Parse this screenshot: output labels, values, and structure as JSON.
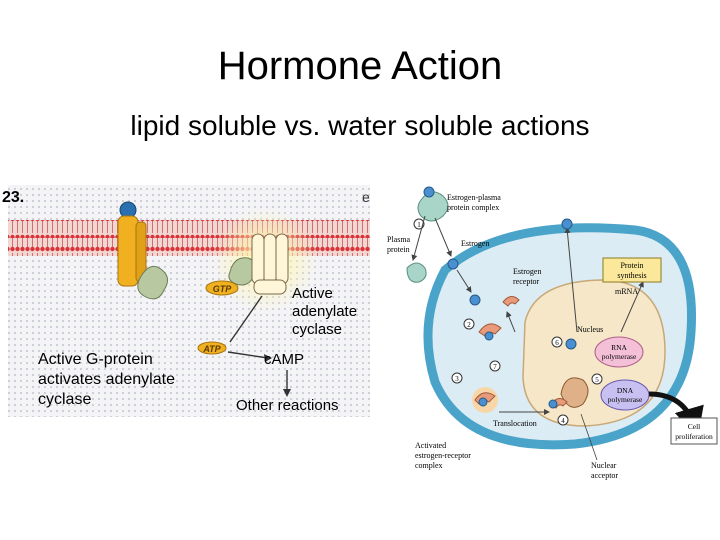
{
  "slide": {
    "title": "Hormone Action",
    "subtitle": "lipid soluble vs. water soluble actions"
  },
  "left_figure": {
    "number": "23.",
    "gtp": "GTP",
    "atp": "ATP",
    "active_adenylate_cyclase": [
      "Active",
      "adenylate",
      "cyclase"
    ],
    "camp": "cAMP",
    "caption": [
      "Active G-protein",
      "activates adenylate",
      "cyclase"
    ],
    "other_reactions": "Other reactions",
    "colors": {
      "membrane": "#d9333a",
      "receptor": "#f0b020",
      "gprotein": "#b8c8a0",
      "hormone": "#2a6fb0"
    }
  },
  "right_figure": {
    "estrogen_plasma_complex": [
      "Estrogen-plasma",
      "protein complex"
    ],
    "plasma_protein": [
      "Plasma",
      "protein"
    ],
    "estrogen": "Estrogen",
    "estrogen_receptor": [
      "Estrogen",
      "receptor"
    ],
    "protein_synthesis": [
      "Protein",
      "synthesis"
    ],
    "mrna": "mRNA",
    "nucleus": "Nucleus",
    "rna_polymerase": [
      "RNA",
      "polymerase"
    ],
    "dna_polymerase": [
      "DNA",
      "polymerase"
    ],
    "translocation": "Translocation",
    "activated_complex": [
      "Activated",
      "estrogen-receptor",
      "complex"
    ],
    "nuclear_acceptor": [
      "Nuclear",
      "acceptor"
    ],
    "cell_proliferation": [
      "Cell",
      "proliferation"
    ],
    "steps": [
      "1",
      "2",
      "3",
      "4",
      "5",
      "6",
      "7"
    ],
    "colors": {
      "cell_membrane": "#4aa3c8",
      "cytoplasm": "#dcecf4",
      "nucleus": "#f6e7c8",
      "estrogen": "#4a8fcf",
      "receptor": "#e89a7a"
    }
  }
}
